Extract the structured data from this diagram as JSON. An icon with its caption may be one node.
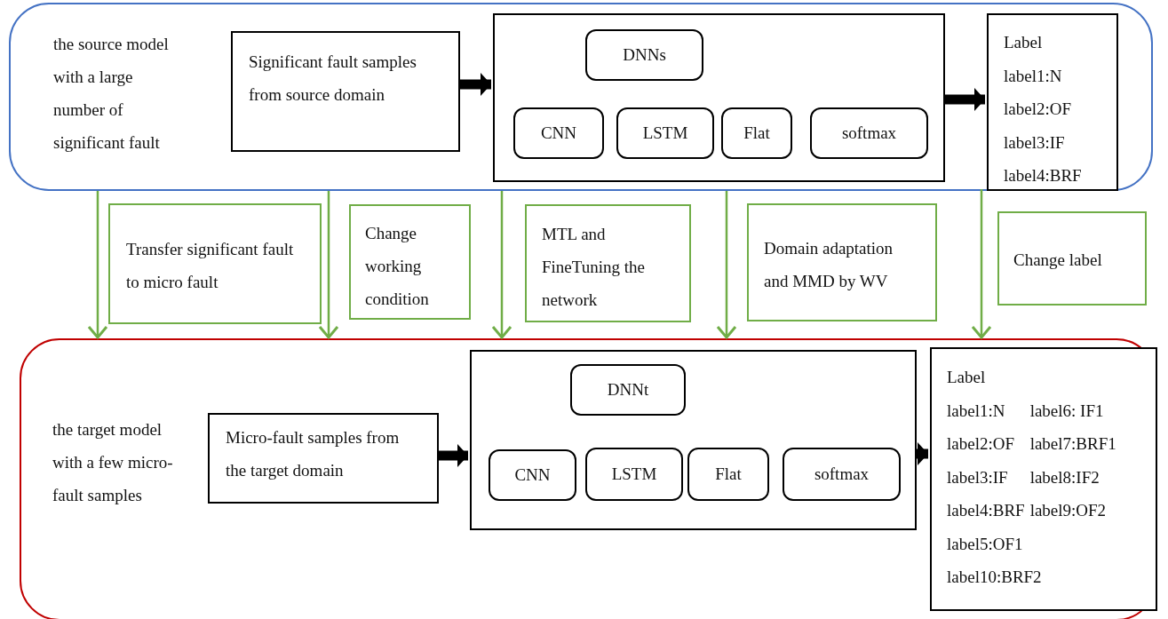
{
  "diagram": {
    "nodes": [
      {
        "text": [
          "the source model with a large number of significant fault"
        ]
      },
      {
        "text": [
          "Significant fault samples from source domain"
        ],
        "in": 0
      },
      {
        "text": [],
        "shape": "box",
        "in": 0
      },
      {
        "text": [
          "DNNs"
        ],
        "in": 2
      },
      {
        "text": [
          "CNN"
        ],
        "in": 2
      },
      {
        "text": [
          "LSTM"
        ],
        "in": 2
      },
      {
        "text": [
          "Flat"
        ],
        "in": 2
      },
      {
        "text": [
          "softmax"
        ],
        "in": 2
      },
      {
        "text": [
          "Label",
          "label1:N",
          "label2:OF",
          "label3:IF",
          "label4:BRF"
        ],
        "in": 0
      },
      {
        "text": [
          "the target model with a few micro-fault samples"
        ]
      },
      {
        "text": [
          "Micro-fault samples from the target domain"
        ],
        "in": 9
      },
      {
        "text": [],
        "shape": "box",
        "in": 9
      },
      {
        "text": [
          "DNNt"
        ],
        "in": 11
      },
      {
        "text": [
          "CNN"
        ],
        "in": 11
      },
      {
        "text": [
          "LSTM"
        ],
        "in": 11
      },
      {
        "text": [
          "Flat"
        ],
        "in": 11
      },
      {
        "text": [
          "softmax"
        ],
        "in": 11
      },
      {
        "text": [
          "Label",
          "label1:N",
          "label6: IF1",
          "label2:OF",
          "label7:BRF1",
          "label3:IF",
          "label8:IF2",
          "label4:BRF",
          "label9:OF2",
          "label5:OF1",
          "label10:BRF2"
        ],
        "in": 9
      },
      {
        "text": [
          "Transfer significant fault to micro fault"
        ]
      },
      {
        "text": [
          "Change working condition"
        ]
      },
      {
        "text": [
          "MTL and FineTuning the network"
        ]
      },
      {
        "text": [
          "Domain adaptation and MMD by WV"
        ]
      },
      {
        "text": [
          "Change label"
        ]
      }
    ],
    "edges": [
      {
        "from": 1,
        "to": 2,
        "arrow": "to",
        "style": "thick",
        "color": "#000000"
      },
      {
        "from": 2,
        "to": 8,
        "arrow": "to",
        "style": "thick",
        "color": "#000000"
      },
      {
        "from": 10,
        "to": 11,
        "arrow": "to",
        "style": "thick",
        "color": "#000000"
      },
      {
        "from": 11,
        "to": 17,
        "arrow": "to",
        "style": "thick",
        "color": "#000000"
      },
      {
        "from": 0,
        "to": 9,
        "arrow": "to"
      },
      {
        "from": 0,
        "to": 9,
        "arrow": "to"
      },
      {
        "from": 0,
        "to": 9,
        "arrow": "to"
      },
      {
        "from": 0,
        "to": 9,
        "arrow": "to"
      },
      {
        "from": 8,
        "to": 9,
        "arrow": "to"
      }
    ]
  }
}
